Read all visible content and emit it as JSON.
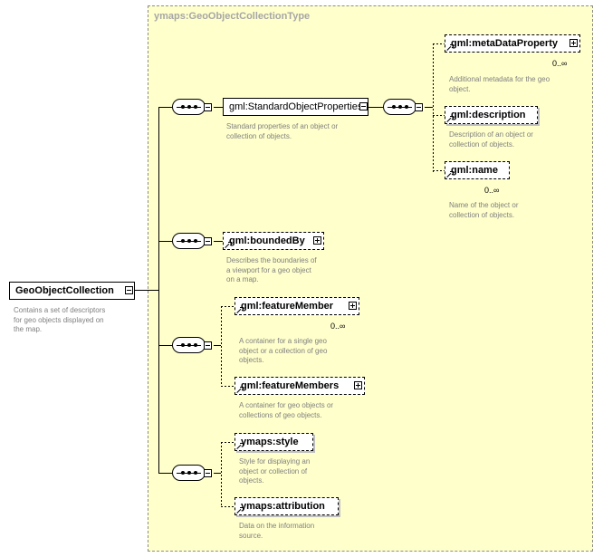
{
  "diagram": {
    "type_name": "ymaps:GeoObjectCollectionType",
    "root": {
      "name": "GeoObjectCollection",
      "description": [
        "Contains a set of descriptors",
        "for geo objects displayed on",
        "the map."
      ]
    },
    "standard_properties": {
      "name": "gml:StandardObjectProperties",
      "description": [
        "Standard properties of an object or",
        "collection of objects."
      ],
      "children": [
        {
          "name": "gml:metaDataProperty",
          "cardinality": "0..∞",
          "description": [
            "Additional metadata for the geo",
            "object."
          ]
        },
        {
          "name": "gml:description",
          "cardinality": "",
          "description": [
            "Description of an object or",
            "collection of objects."
          ]
        },
        {
          "name": "gml:name",
          "cardinality": "0..∞",
          "description": [
            "Name of the object or",
            "collection of objects."
          ]
        }
      ]
    },
    "bounded_by": {
      "name": "gml:boundedBy",
      "description": [
        "Describes the boundaries of",
        "a viewport for a geo object",
        "on a map."
      ]
    },
    "feature_member": {
      "name": "gml:featureMember",
      "cardinality": "0..∞",
      "description": [
        "A container for a single geo",
        "object or a collection of geo",
        "objects."
      ]
    },
    "feature_members": {
      "name": "gml:featureMembers",
      "description": [
        "A container for geo objects or",
        "collections of geo objects."
      ]
    },
    "style": {
      "name": "ymaps:style",
      "description": [
        "Style for displaying an",
        "object or collection of",
        "objects."
      ]
    },
    "attribution": {
      "name": "ymaps:attribution",
      "description": [
        "Data on the information",
        "source."
      ]
    }
  }
}
